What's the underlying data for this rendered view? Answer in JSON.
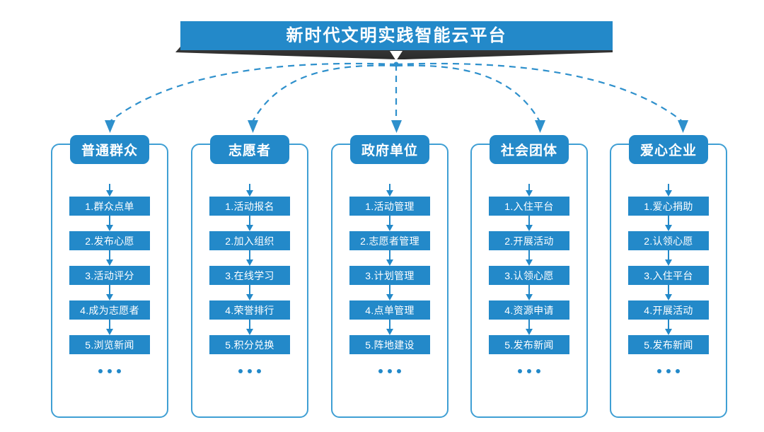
{
  "banner": {
    "title": "新时代文明实践智能云平台",
    "accent_color": "#2389c9",
    "ribbon_color": "#333333"
  },
  "theme": {
    "blue": "#2389c9",
    "border_blue": "#3f9fd4",
    "dashed_blue": "#2e90cc",
    "background": "#ffffff"
  },
  "ellipsis_label": "...",
  "columns": [
    {
      "header": "普通群众",
      "items": [
        "1.群众点单",
        "2.发布心愿",
        "3.活动评分",
        "4.成为志愿者",
        "5.浏览新闻"
      ]
    },
    {
      "header": "志愿者",
      "items": [
        "1.活动报名",
        "2.加入组织",
        "3.在线学习",
        "4.荣誉排行",
        "5.积分兑换"
      ]
    },
    {
      "header": "政府单位",
      "items": [
        "1.活动管理",
        "2.志愿者管理",
        "3.计划管理",
        "4.点单管理",
        "5.阵地建设"
      ]
    },
    {
      "header": "社会团体",
      "items": [
        "1.入住平台",
        "2.开展活动",
        "3.认领心愿",
        "4.资源申请",
        "5.发布新闻"
      ]
    },
    {
      "header": "爱心企业",
      "items": [
        "1.爱心捐助",
        "2.认领心愿",
        "3.入住平台",
        "4.开展活动",
        "5.发布新闻"
      ]
    }
  ]
}
